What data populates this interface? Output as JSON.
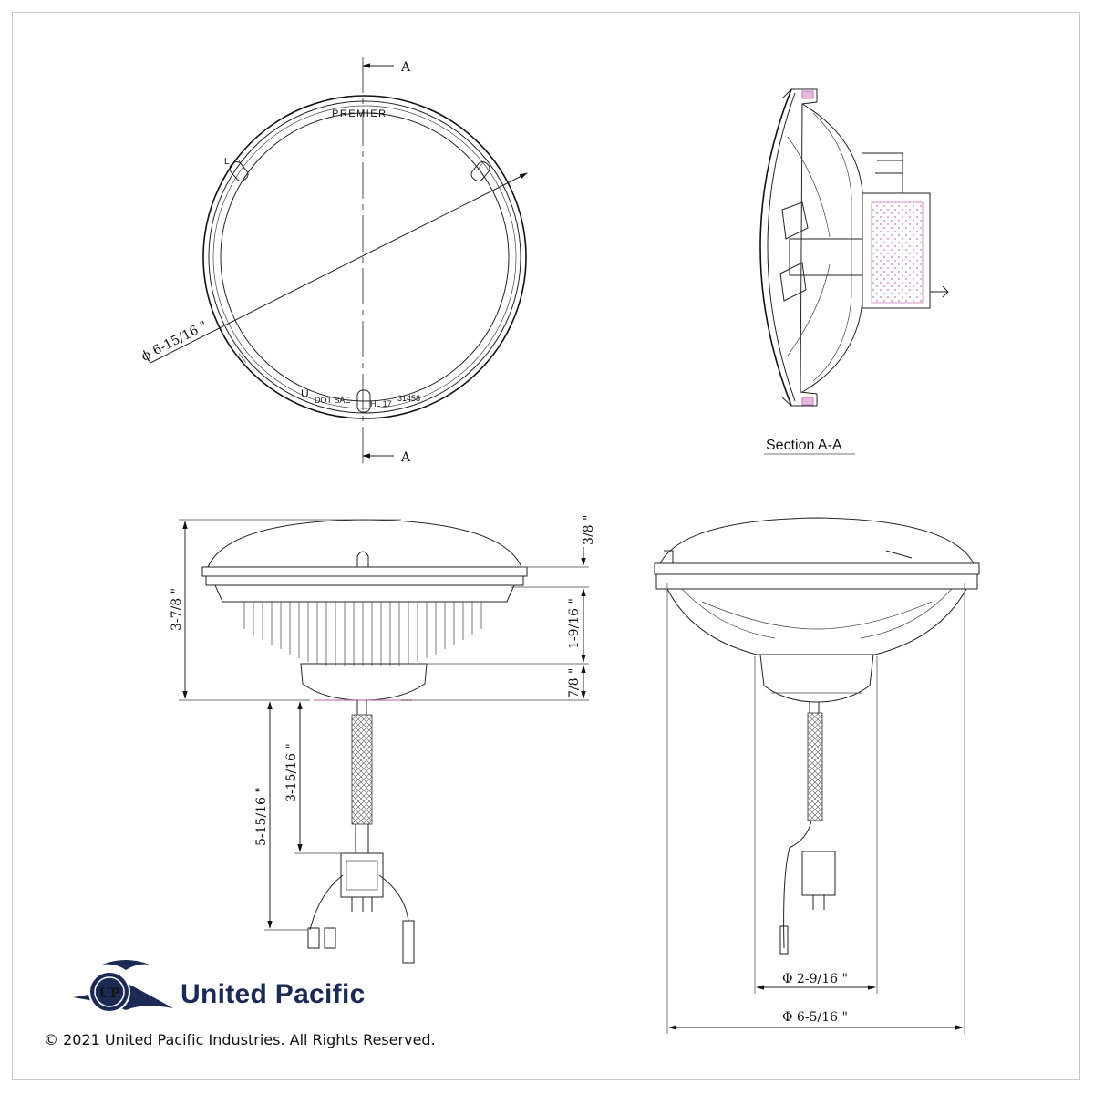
{
  "top_view": {
    "brand": "PREMIER",
    "left_mark": "L",
    "bottom_u": "U",
    "bottom_code1": "DOT SAE",
    "bottom_code2": "HL 17",
    "bottom_code3": "31458",
    "section_mark": "A",
    "diameter_label": "ϕ 6-15/16 \""
  },
  "section": {
    "title": "Section A-A"
  },
  "side_view": {
    "dim_total_height": "3-7/8 \"",
    "dim_lens": "3/8 \"",
    "dim_body": "1-9/16 \"",
    "dim_base": "7/8 \"",
    "dim_cable": "3-15/16 \"",
    "dim_leads": "5-15/16 \""
  },
  "front_view": {
    "dim_base_diameter": "Φ 2-9/16 \"",
    "dim_diameter": "Φ 6-5/16 \""
  },
  "footer": {
    "logo_mark": "UP",
    "company": "United Pacific",
    "copyright": "© 2021 United Pacific Industries. All Rights Reserved."
  },
  "colors": {
    "brand_navy": "#1b2a55",
    "accent_pink": "#c77bb8"
  }
}
